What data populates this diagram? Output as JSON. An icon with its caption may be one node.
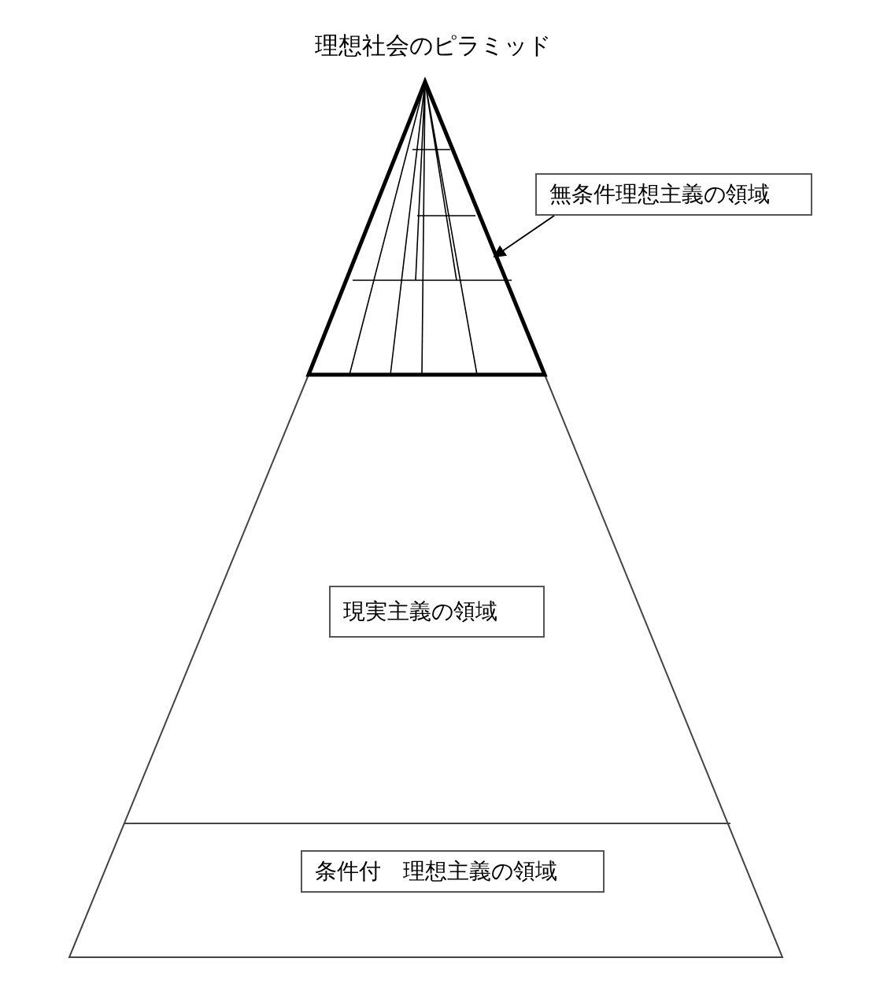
{
  "diagram": {
    "title": "理想社会のピラミッド",
    "nodes": [
      {
        "text": [],
        "shape": "triangle"
      },
      {
        "text": [
          "無条件理想主義の領域"
        ]
      },
      {
        "text": [
          "現実主義の領域"
        ]
      },
      {
        "text": [
          "条件付　理想主義の領域"
        ]
      }
    ],
    "edges": [
      {
        "from": 1,
        "to": 0,
        "arrow": "to"
      }
    ]
  }
}
